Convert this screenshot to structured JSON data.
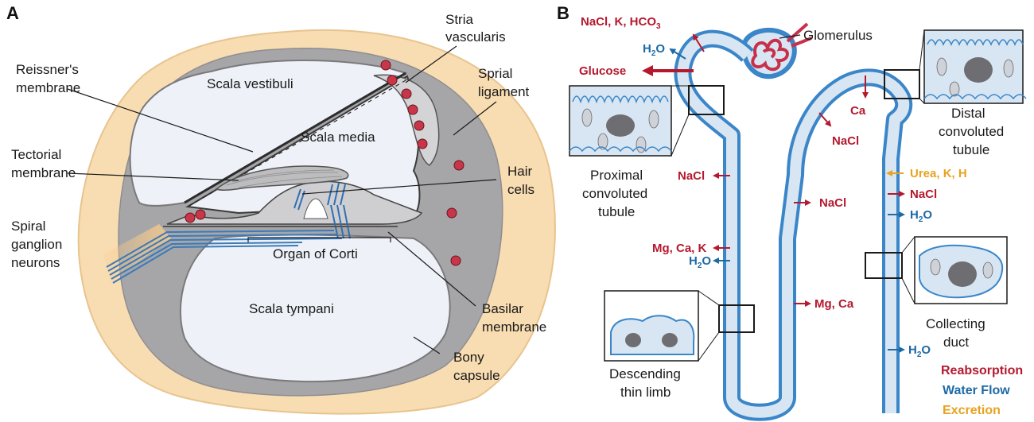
{
  "panel_a": {
    "letter": "A",
    "labels": {
      "reissners_1": "Reissner's",
      "reissners_2": "membrane",
      "scala_vestibuli": "Scala vestibuli",
      "stria_1": "Stria",
      "stria_2": "vascularis",
      "sprial_1": "Sprial",
      "sprial_2": "ligament",
      "scala_media": "Scala media",
      "tectorial_1": "Tectorial",
      "tectorial_2": "membrane",
      "hair_1": "Hair",
      "hair_2": "cells",
      "spiral_1": "Spiral",
      "spiral_2": "ganglion",
      "spiral_3": "neurons",
      "organ": "Organ of Corti",
      "scala_tympani": "Scala tympani",
      "basilar_1": "Basilar",
      "basilar_2": "membrane",
      "bony_1": "Bony",
      "bony_2": "capsule"
    },
    "colors": {
      "capsule": "#f8dcb2",
      "bone": "#a6a6a8",
      "chamber": "#eef2f8",
      "vessel": "#c8364a",
      "nerve": "#3c7ab8"
    }
  },
  "panel_b": {
    "letter": "B",
    "labels": {
      "glomerulus": "Glomerulus",
      "pct_1": "Proximal",
      "pct_2": "convoluted",
      "pct_3": "tubule",
      "dct_1": "Distal",
      "dct_2": "convoluted",
      "dct_3": "tubule",
      "desc_1": "Descending",
      "desc_2": "thin limb",
      "cd_1": "Collecting",
      "cd_2": "duct"
    },
    "flows": {
      "nacl_k_hco": "NaCl, K, HCO",
      "hco_sub": "3",
      "h2o_h": "H",
      "h2o_2": "2",
      "h2o_o": "O",
      "glucose": "Glucose",
      "nacl": "NaCl",
      "mg_ca_k": "Mg, Ca, K",
      "mg_ca": "Mg, Ca",
      "ca": "Ca",
      "urea": "Urea, K, H"
    },
    "legend": {
      "reabsorption": "Reabsorption",
      "water_flow": "Water Flow",
      "excretion": "Excretion"
    },
    "colors": {
      "reabsorption": "#b5192e",
      "water": "#1d6aa5",
      "excretion": "#e8a21f",
      "tubule": "#3a86c8",
      "lumen": "#d8e6f3"
    }
  }
}
